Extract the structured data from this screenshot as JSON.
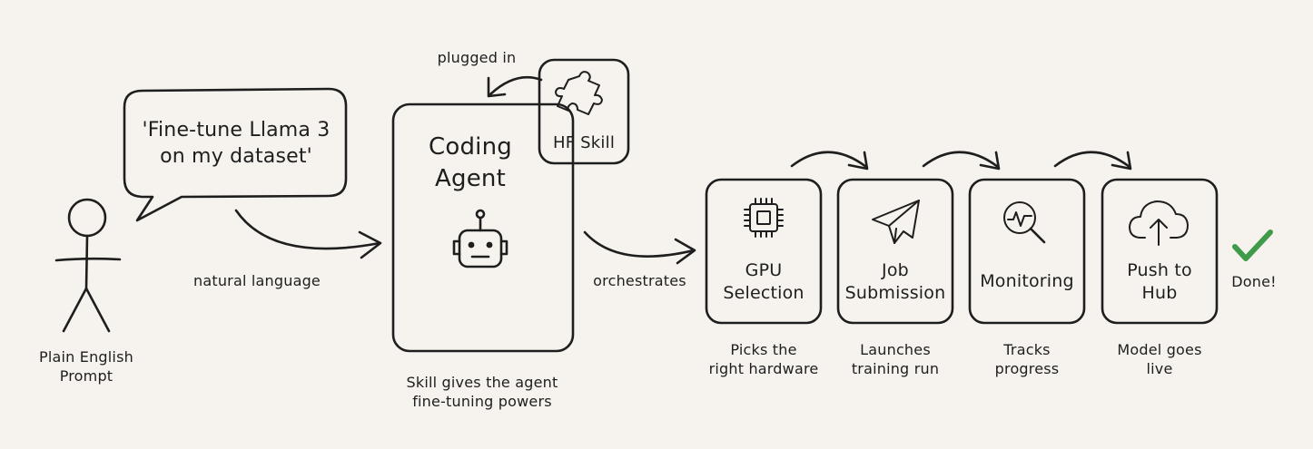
{
  "prompt": {
    "speech": [
      "'Fine-tune Llama 3",
      "on my dataset'"
    ],
    "person_caption": [
      "Plain English",
      "Prompt"
    ],
    "arrow_label": "natural language"
  },
  "agent": {
    "title": [
      "Coding",
      "Agent"
    ],
    "caption": [
      "Skill gives the agent",
      "fine-tuning powers"
    ],
    "skill_label": "HF Skill",
    "plug_label": "plugged in",
    "color": "#e3cff3"
  },
  "orchestrates_label": "orchestrates",
  "steps": [
    {
      "title": [
        "GPU",
        "Selection"
      ],
      "caption": [
        "Picks the",
        "right hardware"
      ],
      "icon": "chip-icon",
      "color": "#cfe2f8"
    },
    {
      "title": [
        "Job",
        "Submission"
      ],
      "caption": [
        "Launches",
        "training run"
      ],
      "icon": "paper-plane-icon",
      "color": "#fde9b5"
    },
    {
      "title": [
        "Monitoring"
      ],
      "caption": [
        "Tracks",
        "progress"
      ],
      "icon": "magnifier-pulse-icon",
      "color": "#e3cff3"
    },
    {
      "title": [
        "Push to",
        "Hub"
      ],
      "caption": [
        "Model goes",
        "live"
      ],
      "icon": "cloud-upload-icon",
      "color": "#d3ebcf"
    }
  ],
  "done_label": "Done!",
  "colors": {
    "check": "#3f9a4a",
    "skill": "#fddca3",
    "bubble": "#cfe2f8",
    "outline": "#1e1e1e"
  }
}
